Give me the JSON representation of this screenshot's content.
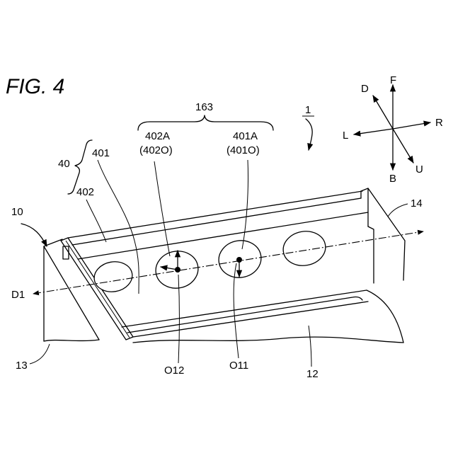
{
  "figure": {
    "title": "FIG. 4"
  },
  "labels": {
    "device": "1",
    "group_163": "163",
    "part_402A": "402A",
    "part_402O": "(402O)",
    "part_401A": "401A",
    "part_401O": "(401O)",
    "part_40": "40",
    "part_401": "401",
    "part_402": "402",
    "part_10": "10",
    "part_14": "14",
    "direction_D1": "D1",
    "part_13": "13",
    "part_O12": "O12",
    "part_O11": "O11",
    "part_12": "12"
  },
  "compass": {
    "F": "F",
    "B": "B",
    "L": "L",
    "R": "R",
    "D": "D",
    "U": "U"
  }
}
